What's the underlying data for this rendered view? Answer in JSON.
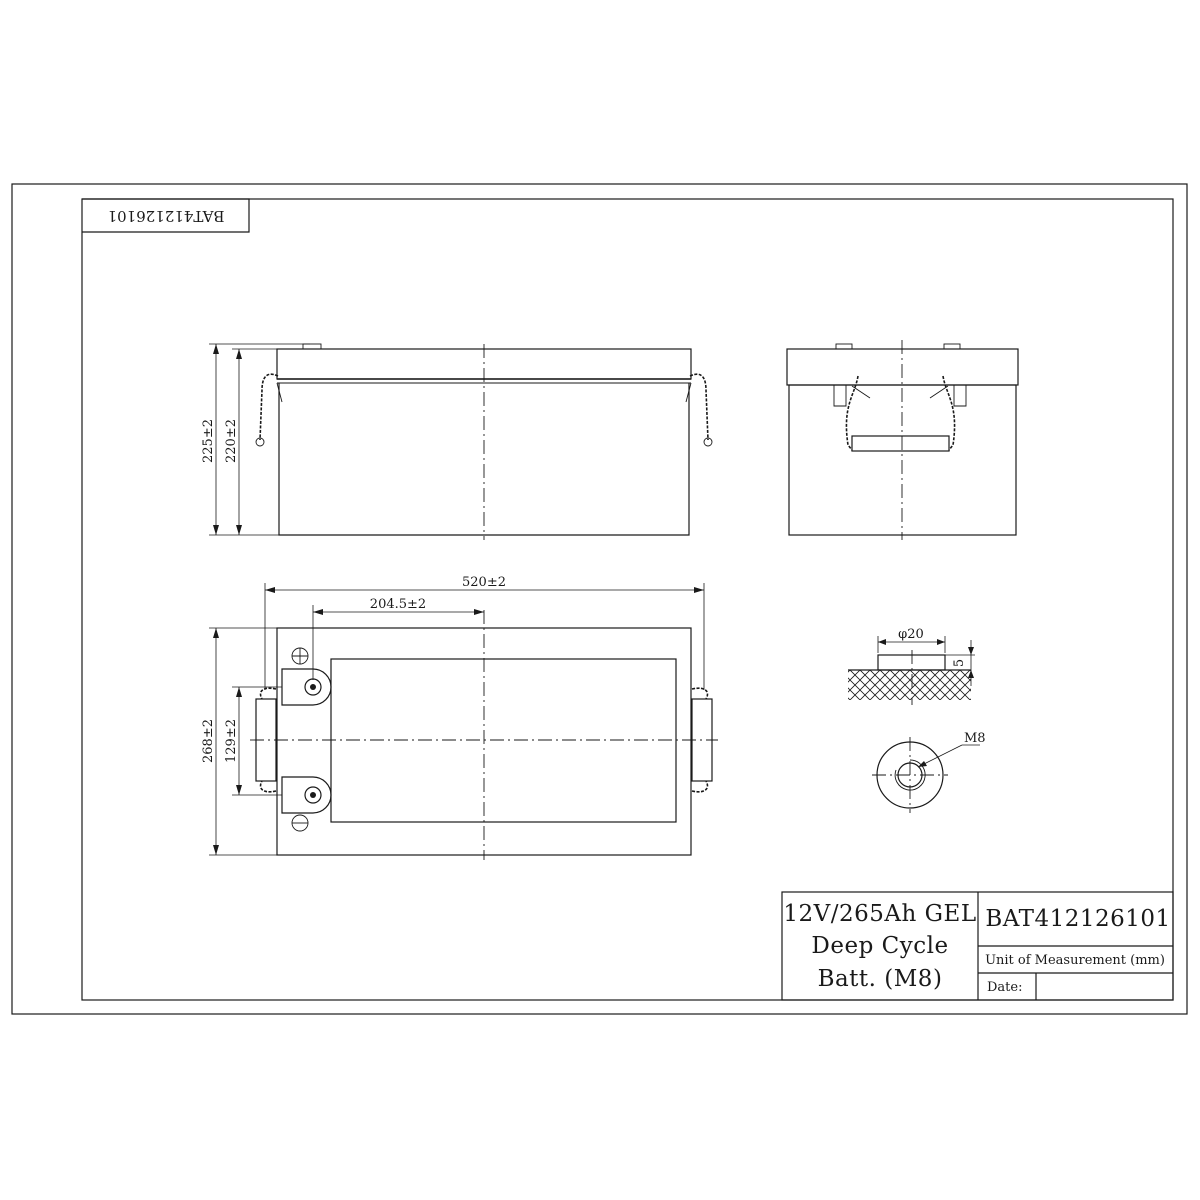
{
  "drawing": {
    "code": "BAT412126101",
    "mirrored_code": "BAT412126101",
    "description_line1": "12V/265Ah GEL",
    "description_line2": "Deep Cycle",
    "description_line3": "Batt. (M8)",
    "unit_label": "Unit of Measurement (mm)",
    "date_label": "Date:",
    "date_value": ""
  },
  "dimensions": {
    "total_height": "225±2",
    "case_height": "220±2",
    "length": "520±2",
    "terminal_offset": "204.5±2",
    "width": "268±2",
    "handle_spacing": "129±2",
    "terminal_diameter": "φ20",
    "terminal_height": "5",
    "thread": "M8"
  }
}
